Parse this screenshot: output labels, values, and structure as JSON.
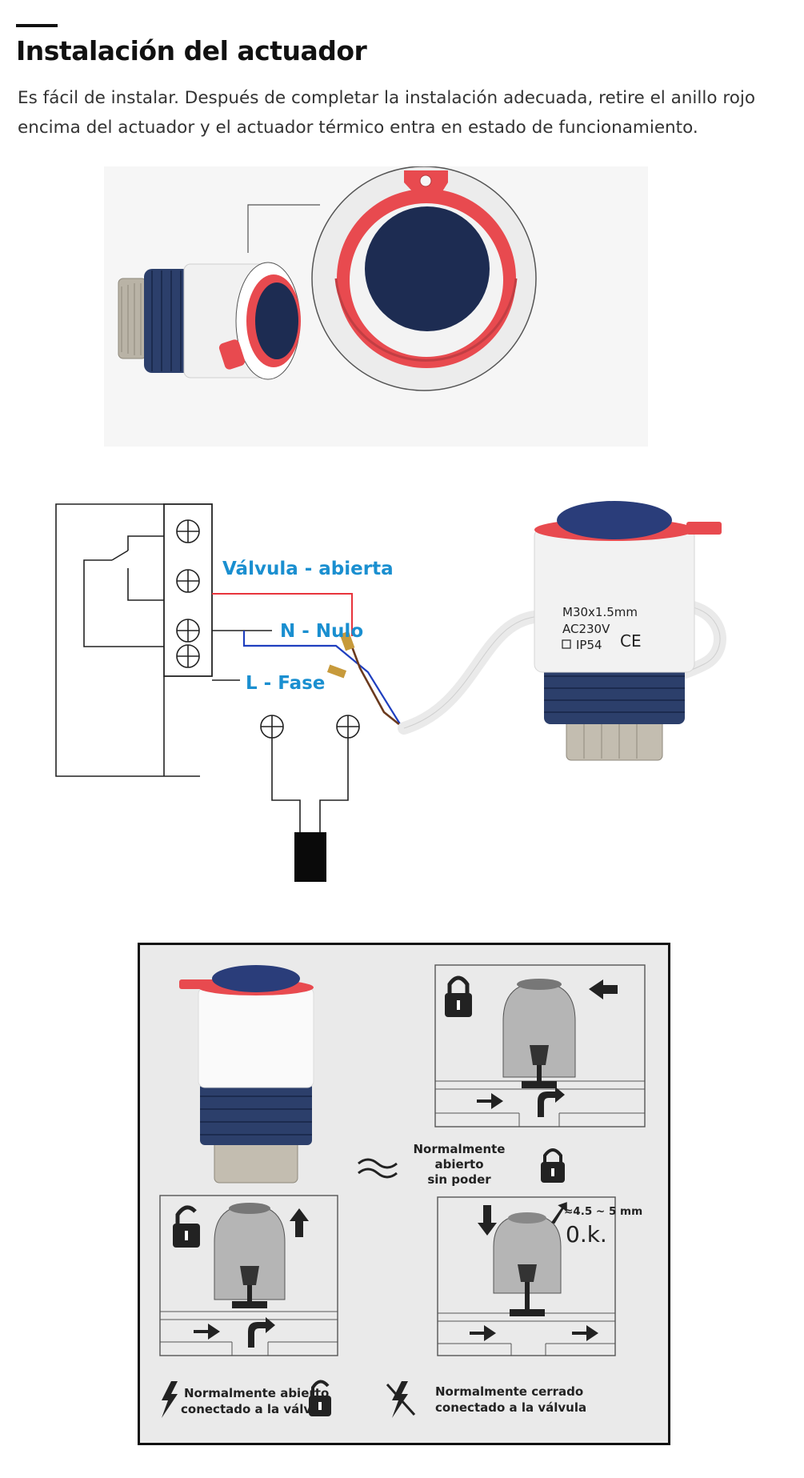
{
  "section": {
    "title": "Instalación del actuador",
    "description": "Es fácil de instalar. Después de completar la instalación adecuada, retire el anillo rojo encima del actuador y el actuador térmico entra en estado de funcionamiento."
  },
  "wiring": {
    "valve_open_label": "Válvula - abierta",
    "neutral_label": "N - Nulo",
    "live_label": "L - Fase",
    "actuator_text": {
      "line1": "M30x1.5mm",
      "line2": "AC230V",
      "line3": "IP54",
      "mark": "CE"
    }
  },
  "diagram": {
    "no_power_line1": "Normalmente",
    "no_power_line2": "abierto",
    "no_power_line3": "sin poder",
    "stroke_label": "≈4.5 ~ 5 mm",
    "ok_label": "0.k.",
    "open_connected_line1": "Normalmente abierto",
    "open_connected_line2": "conectado a la válvula",
    "closed_connected_line1": "Normalmente cerrado",
    "closed_connected_line2": "conectado a la válvula"
  },
  "colors": {
    "accent_blue": "#1a8fd0",
    "ring_red": "#e84a4f",
    "cap_navy": "#1d2c52",
    "body_navy": "#2c3f6b"
  }
}
